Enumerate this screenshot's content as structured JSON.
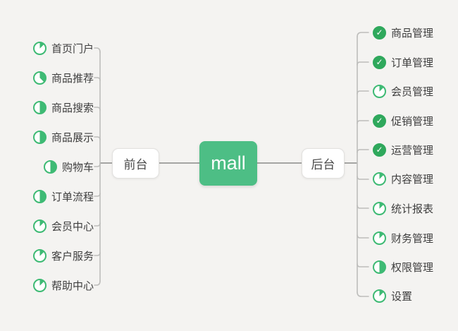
{
  "root": {
    "label": "mall"
  },
  "branches": [
    {
      "label": "前台",
      "side": "left",
      "items": [
        {
          "label": "首页门户",
          "progress": 0.125
        },
        {
          "label": "商品推荐",
          "progress": 0.375
        },
        {
          "label": "商品搜索",
          "progress": 0.5
        },
        {
          "label": "商品展示",
          "progress": 0.5
        },
        {
          "label": "购物车",
          "progress": 0.5
        },
        {
          "label": "订单流程",
          "progress": 0.5
        },
        {
          "label": "会员中心",
          "progress": 0.125
        },
        {
          "label": "客户服务",
          "progress": 0.125
        },
        {
          "label": "帮助中心",
          "progress": 0.125
        }
      ]
    },
    {
      "label": "后台",
      "side": "right",
      "items": [
        {
          "label": "商品管理",
          "progress": "done"
        },
        {
          "label": "订单管理",
          "progress": "done"
        },
        {
          "label": "会员管理",
          "progress": 0.125
        },
        {
          "label": "促销管理",
          "progress": "done"
        },
        {
          "label": "运营管理",
          "progress": "done"
        },
        {
          "label": "内容管理",
          "progress": 0.125
        },
        {
          "label": "统计报表",
          "progress": 0.125
        },
        {
          "label": "财务管理",
          "progress": 0.125
        },
        {
          "label": "权限管理",
          "progress": 0.5
        },
        {
          "label": "设置",
          "progress": 0.125
        }
      ]
    }
  ],
  "icons": {
    "done_check_glyph": "✓"
  },
  "colors": {
    "background": "#f4f3f1",
    "root_green": "#4dbe85",
    "done_green": "#2fa85c",
    "pie_green": "#3eba74",
    "branch_line": "#bdbdbb",
    "connector_line": "#a5a5a3",
    "text_dark": "#3e3e3e",
    "node_border": "#e2e1df",
    "node_bg": "#ffffff"
  }
}
